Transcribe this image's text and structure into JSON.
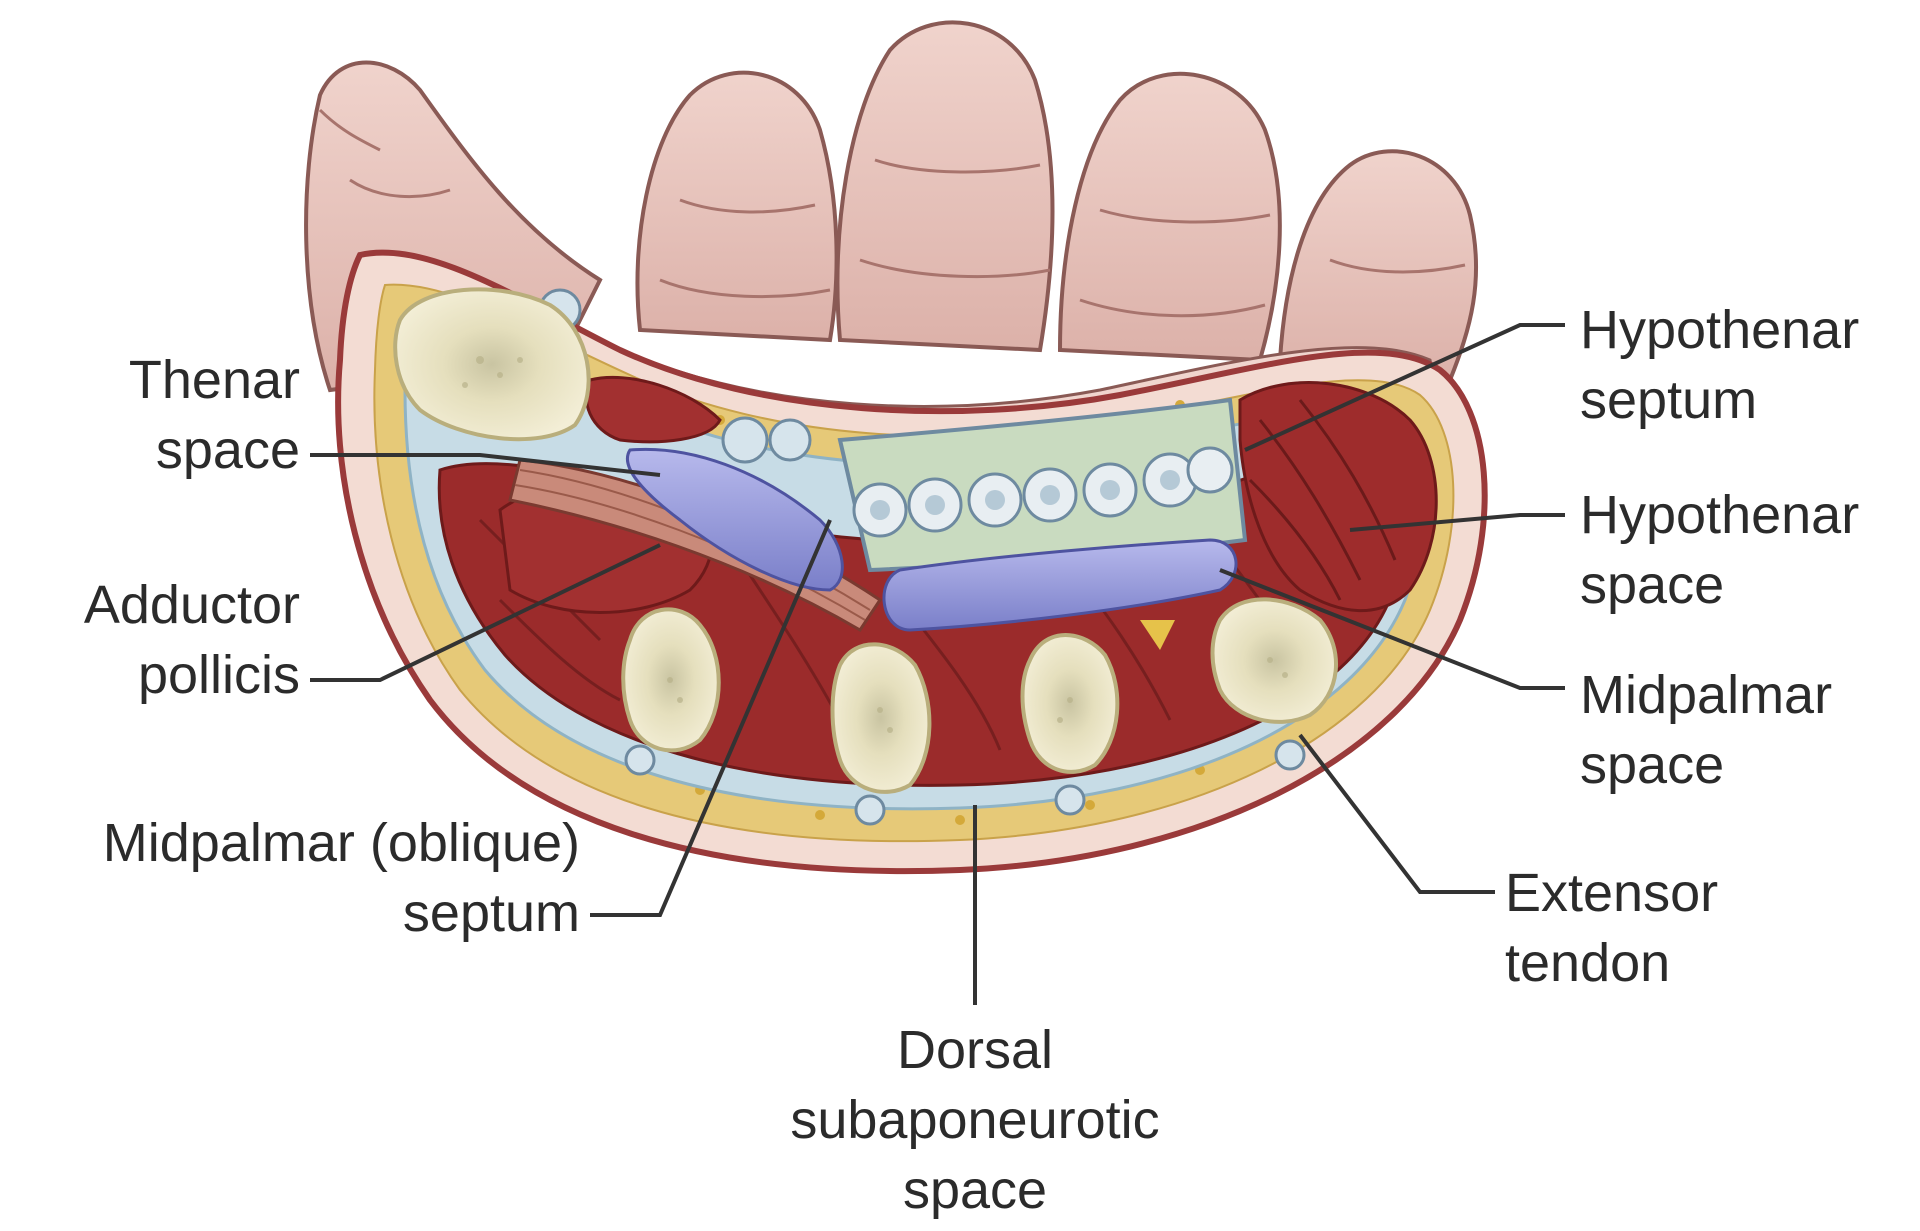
{
  "labels": {
    "thenar_space": [
      "Thenar",
      "space"
    ],
    "adductor_pollicis": [
      "Adductor",
      "pollicis"
    ],
    "midpalmar_septum": [
      "Midpalmar (oblique)",
      "septum"
    ],
    "hypothenar_septum": [
      "Hypothenar",
      "septum"
    ],
    "hypothenar_space": [
      "Hypothenar",
      "space"
    ],
    "midpalmar_space": [
      "Midpalmar",
      "space"
    ],
    "extensor_tendon": [
      "Extensor",
      "tendon"
    ],
    "dorsal_space": [
      "Dorsal",
      "subaponeurotic",
      "space"
    ]
  },
  "colors": {
    "skin": "#e8c6c0",
    "skin_outline": "#8a4a4a",
    "muscle": "#9b2a2a",
    "bone": "#efe9c9",
    "fat": "#e3c36a",
    "fascia": "#b9d6e2",
    "synovial_space": "#8f93d6",
    "leader_line": "#333333"
  },
  "icons": [
    "hand-cross-section-illustration"
  ]
}
